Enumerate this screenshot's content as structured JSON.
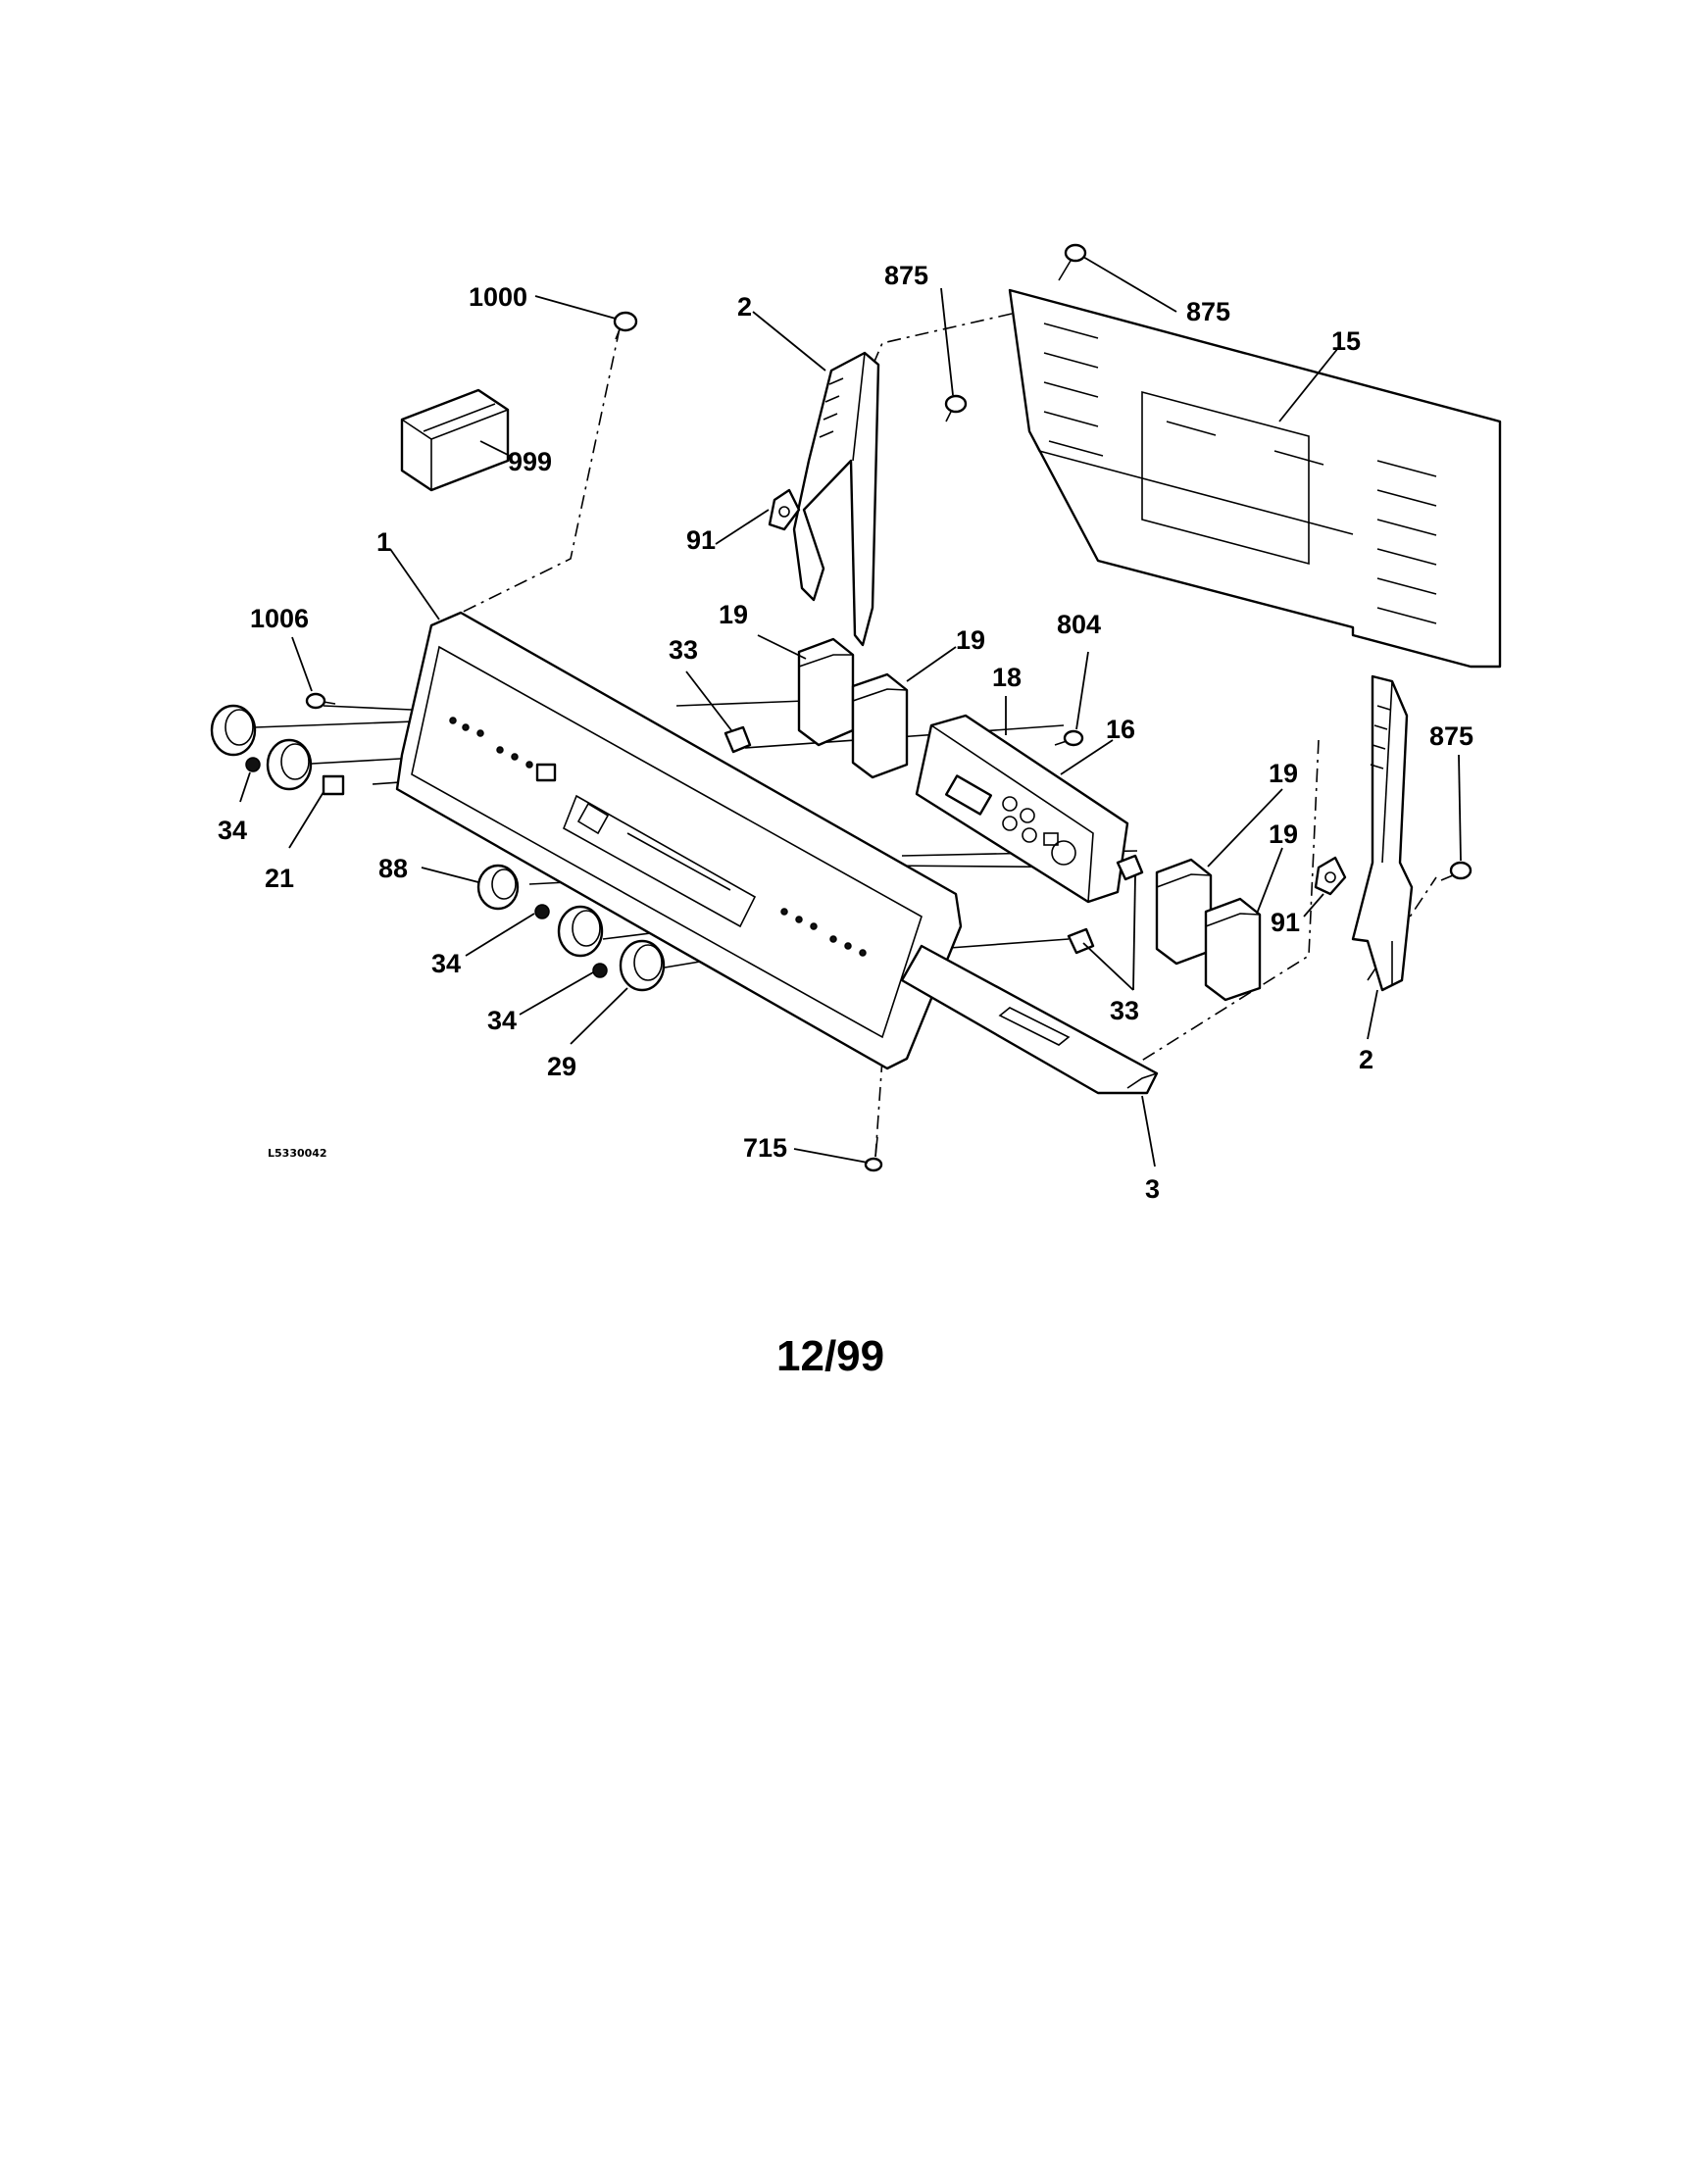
{
  "diagram": {
    "diagram_code": "L5330042",
    "page_date": "12/99",
    "callouts": [
      {
        "id": "c1000",
        "label": "1000"
      },
      {
        "id": "c999",
        "label": "999"
      },
      {
        "id": "c2a",
        "label": "2"
      },
      {
        "id": "c875a",
        "label": "875"
      },
      {
        "id": "c875b",
        "label": "875"
      },
      {
        "id": "c15",
        "label": "15"
      },
      {
        "id": "c91a",
        "label": "91"
      },
      {
        "id": "c1",
        "label": "1"
      },
      {
        "id": "c1006",
        "label": "1006"
      },
      {
        "id": "c19a",
        "label": "19"
      },
      {
        "id": "c33a",
        "label": "33"
      },
      {
        "id": "c19b",
        "label": "19"
      },
      {
        "id": "c804",
        "label": "804"
      },
      {
        "id": "c18",
        "label": "18"
      },
      {
        "id": "c16",
        "label": "16"
      },
      {
        "id": "c875c",
        "label": "875"
      },
      {
        "id": "c34a",
        "label": "34"
      },
      {
        "id": "c21",
        "label": "21"
      },
      {
        "id": "c88",
        "label": "88"
      },
      {
        "id": "c19c",
        "label": "19"
      },
      {
        "id": "c19d",
        "label": "19"
      },
      {
        "id": "c91b",
        "label": "91"
      },
      {
        "id": "c34b",
        "label": "34"
      },
      {
        "id": "c33b",
        "label": "33"
      },
      {
        "id": "c34c",
        "label": "34"
      },
      {
        "id": "c29",
        "label": "29"
      },
      {
        "id": "c2b",
        "label": "2"
      },
      {
        "id": "c715",
        "label": "715"
      },
      {
        "id": "c3",
        "label": "3"
      }
    ]
  }
}
